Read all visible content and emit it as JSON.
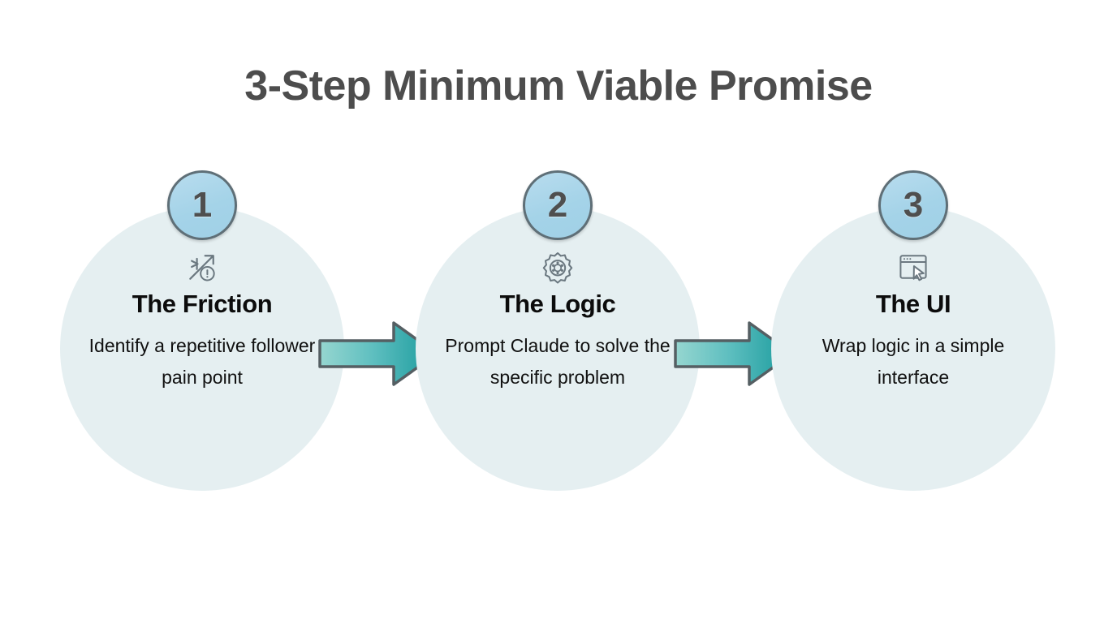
{
  "title": "3-Step Minimum Viable Promise",
  "colors": {
    "background": "#ffffff",
    "title_text": "#4d4d4d",
    "circle_fill": "#e5eff1",
    "badge_fill": "#a4d3e8",
    "badge_border": "#5f6f77",
    "badge_number": "#4f4f4f",
    "heading_text": "#0c0c0c",
    "body_text": "#101010",
    "arrow_light": "#8fd2ce",
    "arrow_dark": "#1a9a9a",
    "arrow_outline": "#555f63",
    "icon_stroke": "#6b7880"
  },
  "steps": [
    {
      "number": "1",
      "icon": "trending-up-alert-icon",
      "heading": "The Friction",
      "description": "Identify a repetitive follower pain point"
    },
    {
      "number": "2",
      "icon": "gear-icon",
      "heading": "The Logic",
      "description": "Prompt Claude to solve the specific problem"
    },
    {
      "number": "3",
      "icon": "browser-window-cursor-icon",
      "heading": "The UI",
      "description": "Wrap logic in a simple interface"
    }
  ],
  "connectors": [
    {
      "name": "arrow-step1-to-step2",
      "direction": "right"
    },
    {
      "name": "arrow-step2-to-step3",
      "direction": "right"
    }
  ]
}
